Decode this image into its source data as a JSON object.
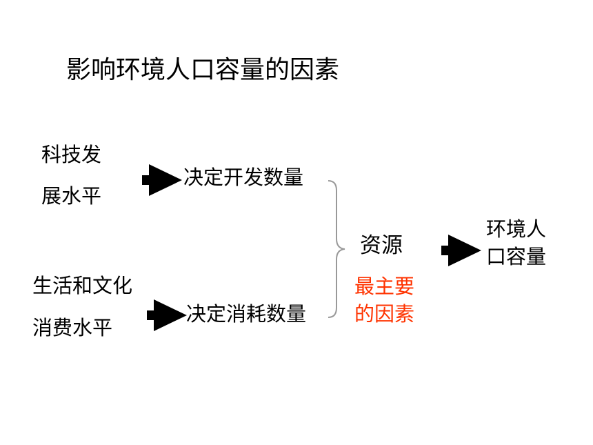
{
  "title": "影响环境人口容量的因素",
  "factors": {
    "tech": {
      "line1": "科技发",
      "line2": "展水平",
      "result": "决定开发数量"
    },
    "culture": {
      "line1": "生活和文化",
      "line2": "消费水平",
      "result": "决定消耗数量"
    }
  },
  "resource": {
    "label": "资源",
    "note_line1": "最主要",
    "note_line2": "的因素"
  },
  "outcome": {
    "line1": "环境人",
    "line2": "口容量"
  },
  "colors": {
    "text": "#000000",
    "highlight": "#ff3300",
    "brace": "#999999"
  },
  "icons": {
    "arrow": "right-arrow-icon",
    "brace": "right-curly-brace"
  }
}
